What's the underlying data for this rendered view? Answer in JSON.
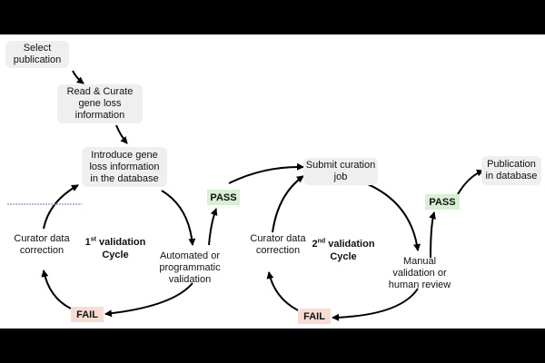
{
  "nodes": {
    "select_publication": "Select\npublication",
    "read_curate": "Read & Curate\ngene loss\ninformation",
    "introduce_gene_loss": "Introduce gene\nloss information\nin the database",
    "automated_validation": "Automated or\nprogrammatic\nvalidation",
    "curator_correction_1": "Curator data\ncorrection",
    "submit_curation_job": "Submit curation\njob",
    "manual_validation": "Manual\nvalidation or\nhuman review",
    "curator_correction_2": "Curator data\ncorrection",
    "publication_in_database": "Publication\nin database"
  },
  "badges": {
    "pass_1": "PASS",
    "fail_1": "FAIL",
    "pass_2": "PASS",
    "fail_2": "FAIL"
  },
  "cycles": {
    "cycle_1": {
      "ordinal_num": "1",
      "ordinal_suffix": "st",
      "word": "validation",
      "line2": "Cycle"
    },
    "cycle_2": {
      "ordinal_num": "2",
      "ordinal_suffix": "nd",
      "word": "validation",
      "line2": "Cycle"
    }
  },
  "colors": {
    "box_fill": "#efefef",
    "pass_fill": "#d9efd3",
    "fail_fill": "#f6dcd3",
    "arrow": "#000000"
  }
}
